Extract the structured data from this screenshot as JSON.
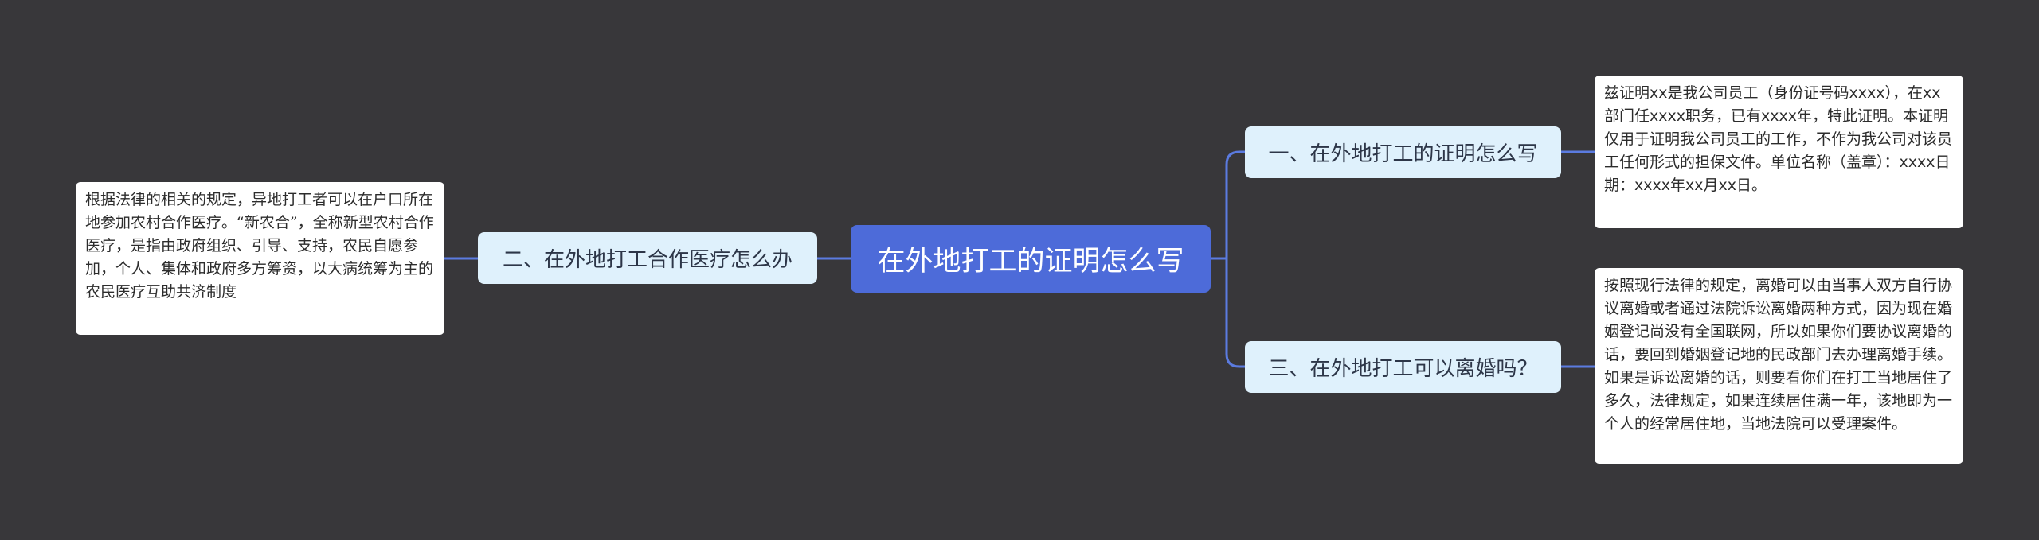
{
  "root": {
    "label": "在外地打工的证明怎么写"
  },
  "branches": [
    {
      "label": "一、在外地打工的证明怎么写",
      "detail": "兹证明xx是我公司员工（身份证号码xxxx），在xx部门任xxxx职务，已有xxxx年，特此证明。本证明仅用于证明我公司员工的工作，不作为我公司对该员工任何形式的担保文件。单位名称（盖章）：xxxx日期：xxxx年xx月xx日。"
    },
    {
      "label": "二、在外地打工合作医疗怎么办",
      "detail": "根据法律的相关的规定，异地打工者可以在户口所在地参加农村合作医疗。“新农合”，全称新型农村合作医疗，是指由政府组织、引导、支持，农民自愿参加，个人、集体和政府多方筹资，以大病统筹为主的农民医疗互助共济制度"
    },
    {
      "label": "三、在外地打工可以离婚吗？",
      "detail": "按照现行法律的规定，离婚可以由当事人双方自行协议离婚或者通过法院诉讼离婚两种方式，因为现在婚姻登记尚没有全国联网，所以如果你们要协议离婚的话，要回到婚姻登记地的民政部门去办理离婚手续。如果是诉讼离婚的话，则要看你们在打工当地居住了多久，法律规定，如果连续居住满一年，该地即为一个人的经常居住地，当地法院可以受理案件。"
    }
  ],
  "colors": {
    "background": "#38373a",
    "root_fill": "#4d6bd9",
    "branch_fill": "#dff1fc",
    "leaf_fill": "#ffffff",
    "connector": "#5b7be0"
  }
}
